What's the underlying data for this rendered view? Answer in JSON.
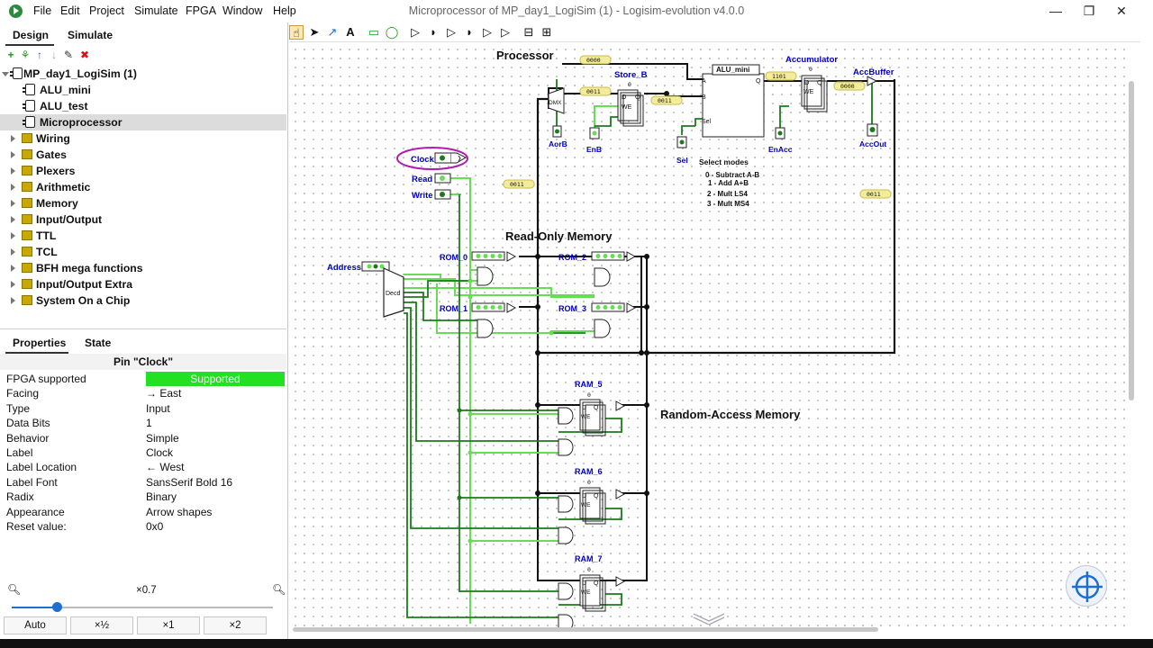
{
  "window": {
    "title": "Microprocessor of MP_day1_LogiSim (1) - Logisim-evolution v4.0.0",
    "minimize": "—",
    "maximize": "❐",
    "close": "✕"
  },
  "menu": [
    "File",
    "Edit",
    "Project",
    "Simulate",
    "FPGA",
    "Window",
    "Help"
  ],
  "left_tabs": {
    "design": "Design",
    "simulate": "Simulate"
  },
  "tree": {
    "project": "MP_day1_LogiSim (1)",
    "circuits": [
      "ALU_mini",
      "ALU_test",
      "Microprocessor"
    ],
    "selected": "Microprocessor",
    "libraries": [
      "Wiring",
      "Gates",
      "Plexers",
      "Arithmetic",
      "Memory",
      "Input/Output",
      "TTL",
      "TCL",
      "BFH mega functions",
      "Input/Output Extra",
      "System On a Chip"
    ]
  },
  "props_tabs": {
    "properties": "Properties",
    "state": "State"
  },
  "props_header": "Pin \"Clock\"",
  "properties": [
    {
      "name": "FPGA supported",
      "value": "Supported"
    },
    {
      "name": "Facing",
      "value": "→ East"
    },
    {
      "name": "Type",
      "value": "Input"
    },
    {
      "name": "Data Bits",
      "value": "1"
    },
    {
      "name": "Behavior",
      "value": "Simple"
    },
    {
      "name": "Label",
      "value": "Clock"
    },
    {
      "name": "Label Location",
      "value": "← West"
    },
    {
      "name": "Label Font",
      "value": "SansSerif Bold 16"
    },
    {
      "name": "Radix",
      "value": "Binary"
    },
    {
      "name": "Appearance",
      "value": "Arrow shapes"
    },
    {
      "name": "Reset value:",
      "value": "0x0"
    }
  ],
  "zoom": {
    "label": "×0.7",
    "level": 0.7,
    "buttons": [
      "Auto",
      "×½",
      "×1",
      "×2"
    ]
  },
  "colors": {
    "wire_on": "#66dd55",
    "wire_off": "#1c7a1c",
    "pin_label": "#0000c0",
    "accent": "#1f6fd1",
    "supported": "#22e022",
    "clock_highlight": "#b01db0"
  },
  "circuit": {
    "headings": {
      "processor": "Processor",
      "rom": "Read-Only Memory",
      "ram": "Random-Access Memory"
    },
    "inputs": {
      "clock": "Clock",
      "read": "Read",
      "write": "Write",
      "address": "Address"
    },
    "components": {
      "store_b": "Store_B",
      "alu": "ALU_mini",
      "accumulator": "Accumulator",
      "accbuffer": "AccBuffer",
      "aorb": "AorB",
      "enb": "EnB",
      "sel": "Sel",
      "enacc": "EnAcc",
      "accout": "AccOut",
      "dmx": "DMX",
      "decd": "Decd",
      "alu_a": "A",
      "alu_b": "B",
      "alu_q": "Q",
      "alu_sel": "Sel",
      "reg_d": "D",
      "reg_q": "Q",
      "reg_we": "WE",
      "rom0": "ROM_0",
      "rom1": "ROM_1",
      "rom2": "ROM_2",
      "rom3": "ROM_3",
      "ram5": "RAM_5",
      "ram6": "RAM_6",
      "ram7": "RAM_7"
    },
    "probes": {
      "p_top": "0000",
      "p_b": "0011",
      "p_storeb": "0011",
      "p_alu": "1101",
      "p_acc": "0000",
      "p_bus": "0011",
      "p_right": "0011",
      "p_zero": "0"
    },
    "select_modes": {
      "title": "Select modes",
      "lines": [
        "0 - Subtract A-B",
        "1 - Add A+B",
        "2 - Mult LS4",
        "3 - Mult MS4"
      ]
    }
  }
}
